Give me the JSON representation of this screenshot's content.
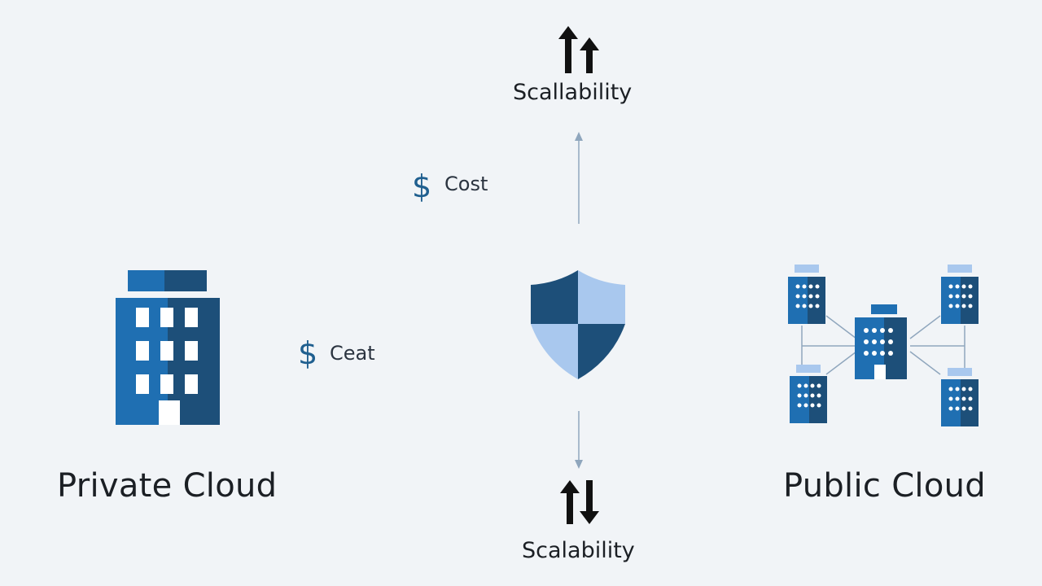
{
  "labels": {
    "private_cloud": "Private Cloud",
    "public_cloud": "Public Cloud",
    "scalability_top": "Scallability",
    "scalability_bottom": "Scalability",
    "cost_top": "Cost",
    "cost_left": "Ceat",
    "dollar_symbol": "$"
  },
  "icons": {
    "private": "building-icon",
    "center": "shield-icon",
    "public": "building-network-icon",
    "scale_up": "arrows-up-icon",
    "scale_updown": "arrows-up-down-icon"
  },
  "colors": {
    "background": "#f1f4f7",
    "blue_dark": "#1d4f79",
    "blue_mid": "#1f6fb2",
    "blue_light": "#a9c8ee",
    "connector": "#8fa6bd"
  }
}
